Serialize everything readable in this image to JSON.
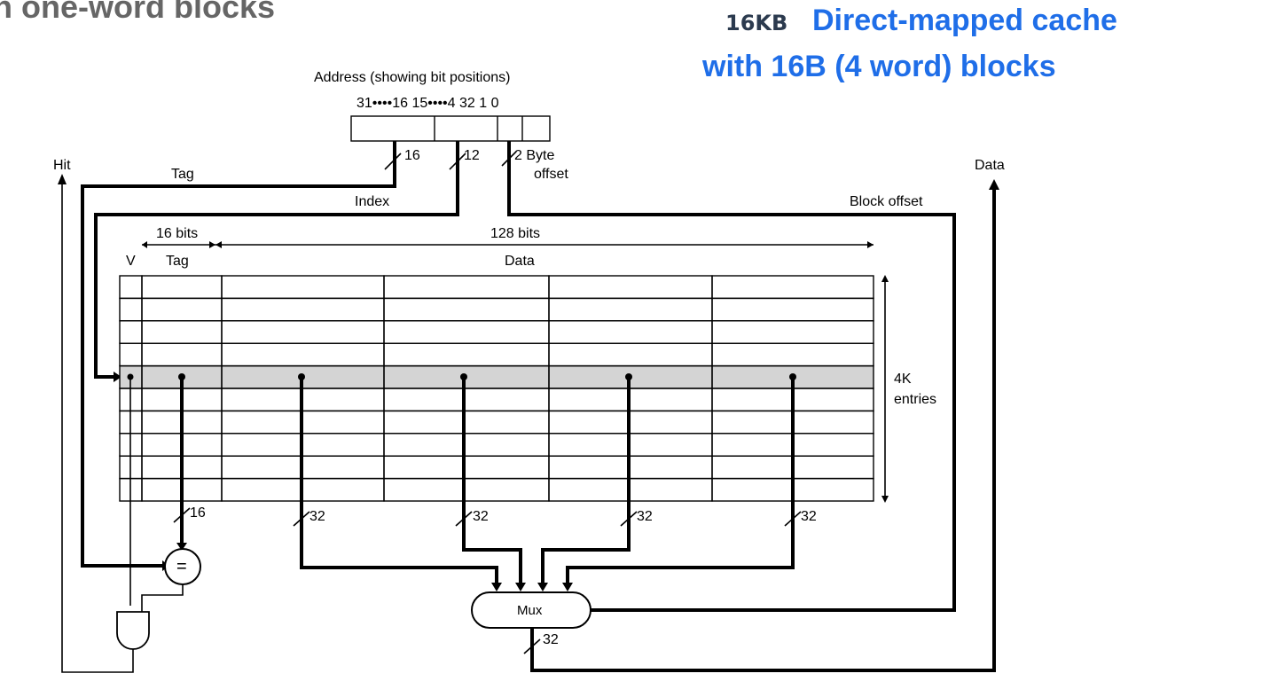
{
  "title": {
    "cache_size": "16KB",
    "line1": "Direct-mapped cache",
    "line2": "with 16B (4 word) blocks",
    "faded_heading": "ith one-word blocks"
  },
  "address": {
    "caption": "Address (showing bit positions)",
    "bit_positions": "31••••16 15••••4 32 1 0"
  },
  "labels": {
    "hit": "Hit",
    "data_out": "Data",
    "tag": "Tag",
    "index": "Index",
    "byte_offset_1": "2  Byte",
    "byte_offset_2": "offset",
    "block_offset": "Block offset",
    "tag_bits": "16 bits",
    "data_bits": "128 bits",
    "col_v": "V",
    "col_tag": "Tag",
    "col_data": "Data",
    "entries_1": "4K",
    "entries_2": "entries",
    "mux": "Mux",
    "comparator": "="
  },
  "bus_widths": {
    "tag_field": "16",
    "index_field": "12",
    "tag_out": "16",
    "word0": "32",
    "word1": "32",
    "word2": "32",
    "word3": "32",
    "mux_out": "32"
  }
}
